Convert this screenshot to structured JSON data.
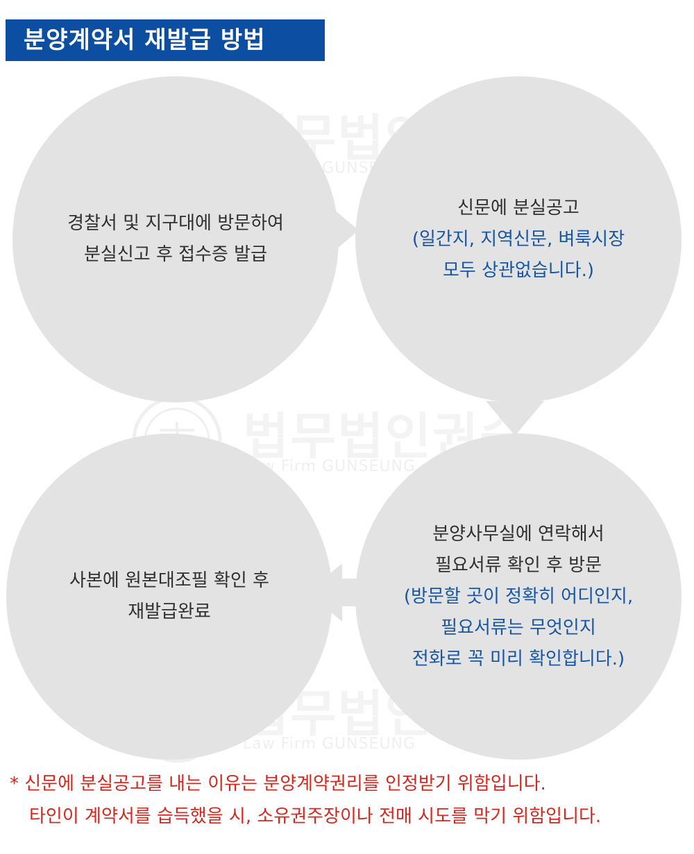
{
  "title": "분양계약서 재발급 방법",
  "watermark": {
    "name": "법무법인권승",
    "english": "Law Firm GUNSEUNG"
  },
  "steps": [
    {
      "lines": [
        "경찰서 및 지구대에 방문하여",
        "분실신고 후 접수증 발급"
      ],
      "note_lines": []
    },
    {
      "lines": [
        "신문에 분실공고"
      ],
      "note_lines": [
        "(일간지, 지역신문, 벼룩시장",
        "모두 상관없습니다.)"
      ]
    },
    {
      "lines": [
        "분양사무실에 연락해서",
        "필요서류 확인 후 방문"
      ],
      "note_lines": [
        "(방문할 곳이 정확히 어디인지,",
        "필요서류는 무엇인지",
        "전화로  꼭 미리 확인합니다.)"
      ]
    },
    {
      "lines": [
        "사본에 원본대조필 확인 후",
        "재발급완료"
      ],
      "note_lines": []
    }
  ],
  "footnote": {
    "line1": "* 신문에 분실공고를 내는 이유는 분양계약권리를 인정받기 위함입니다.",
    "line2": "타인이 계약서를 습득했을 시, 소유권주장이나 전매 시도를 막기 위함입니다."
  },
  "colors": {
    "title_bg": "#0c4ea2",
    "circle": "#e3e3e4",
    "arrow": "#e3e3e4",
    "note_blue": "#1656a4",
    "footnote_red": "#d9261c"
  }
}
